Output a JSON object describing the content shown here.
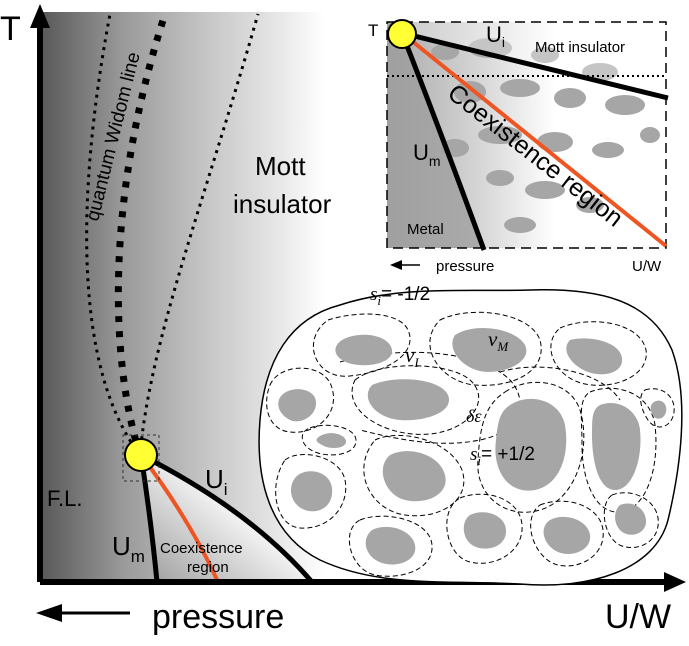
{
  "main": {
    "y_axis": "T",
    "x_axis": "U/W",
    "pressure": "pressure",
    "mott_line1": "Mott",
    "mott_line2": "insulator",
    "widom": "quantum Widom line",
    "fl": "F.L.",
    "u_main": "U",
    "sub_m": "m",
    "sub_i": "i",
    "coex_line1": "Coexistence",
    "coex_line2": "region"
  },
  "inset": {
    "t_label": "T",
    "mott": "Mott insulator",
    "u_main": "U",
    "sub_i": "i",
    "sub_m": "m",
    "coex": "Coexistence region",
    "metal": "Metal",
    "pressure": "pressure",
    "uw": "U/W"
  },
  "blob": {
    "s_prefix": "s",
    "s_sub": "i",
    "s_top_val": "= -1/2",
    "s_bottom_val": "= +1/2",
    "nu": "ν",
    "sub_I": "I",
    "sub_M": "M",
    "delta_eps": "δε"
  },
  "colors": {
    "orange": "#ee5522",
    "yellow": "#ffff33",
    "gray_blob": "#a6a6a6",
    "axis": "#000000"
  }
}
